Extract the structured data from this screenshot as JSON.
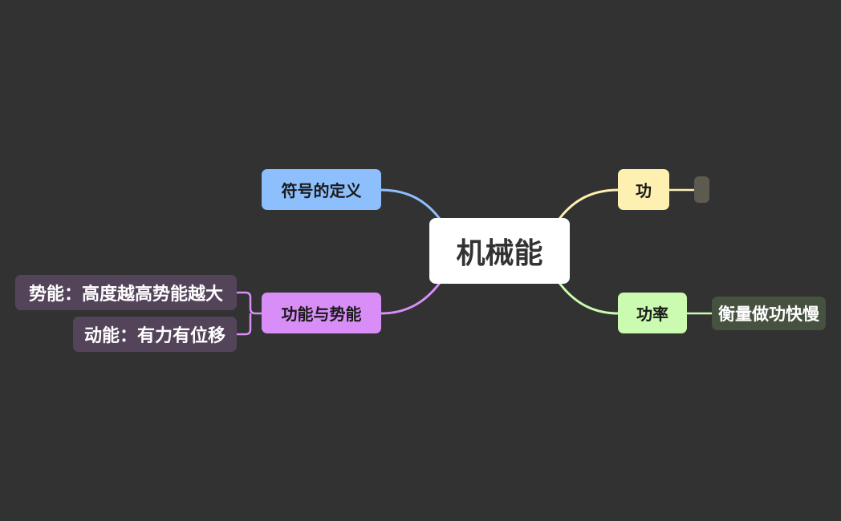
{
  "colors": {
    "background": "#323232",
    "root": "#ffffff",
    "branch_symbols": "#8dbffd",
    "branch_energy": "#d98ef7",
    "branch_work": "#fdf0b1",
    "branch_power": "#cbfbb0",
    "leaf_energy": "#54445a",
    "leaf_power": "#475140",
    "leaf_work_empty": "#5d5b50"
  },
  "mindmap": {
    "root": "机械能",
    "branches": [
      {
        "label": "符号的定义"
      },
      {
        "label": "功能与势能",
        "children": [
          "势能：高度越高势能越大",
          "动能：有力有位移"
        ]
      },
      {
        "label": "功",
        "children": [
          ""
        ]
      },
      {
        "label": "功率",
        "children": [
          "衡量做功快慢"
        ]
      }
    ]
  }
}
